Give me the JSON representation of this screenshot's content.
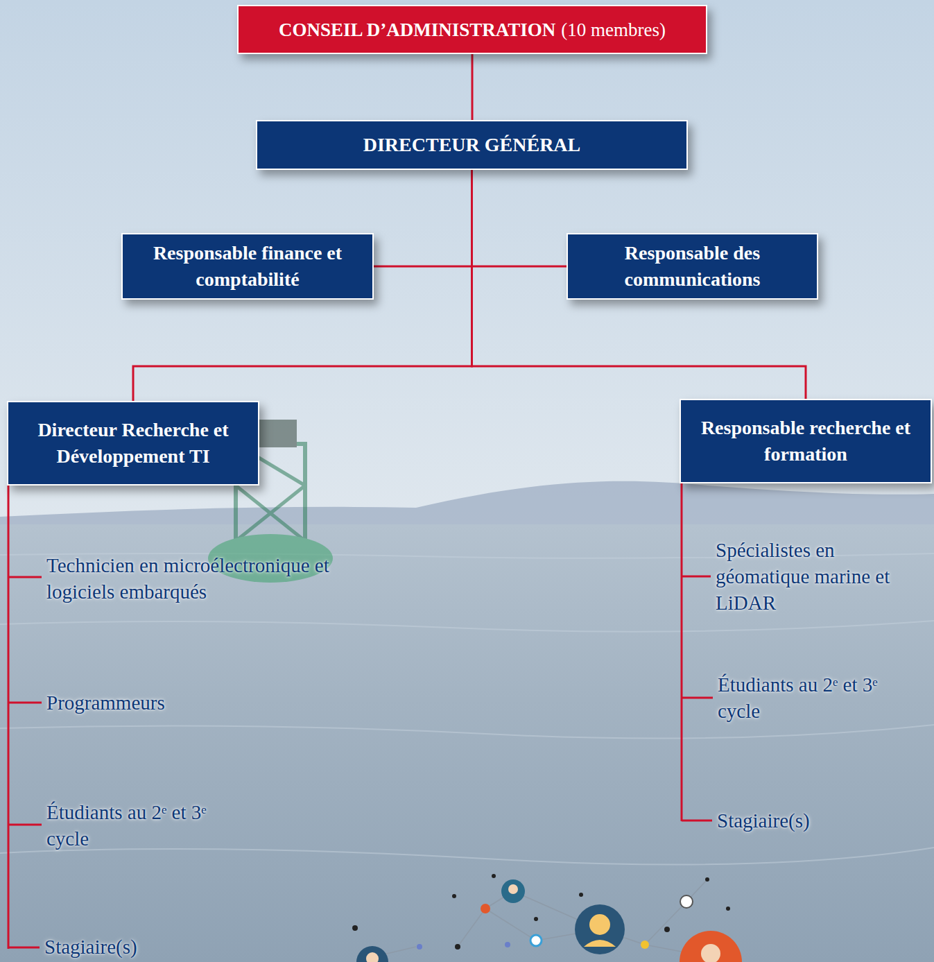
{
  "diagram": {
    "nodes": [
      {
        "text": [
          "CONSEIL D’ADMINISTRATION",
          "(10 membres)"
        ]
      },
      {
        "text": [
          "DIRECTEUR GÉNÉRAL"
        ]
      },
      {
        "text": [
          "Responsable finance et comptabilité"
        ]
      },
      {
        "text": [
          "Responsable des communications"
        ]
      },
      {
        "text": [
          "Directeur Recherche et Développement TI"
        ]
      },
      {
        "text": [
          "Responsable recherche et formation"
        ]
      }
    ],
    "edges": [
      {
        "from": 0,
        "to": 1,
        "arrow": "none"
      },
      {
        "from": 1,
        "to": 2,
        "arrow": "none"
      },
      {
        "from": 1,
        "to": 3,
        "arrow": "none"
      },
      {
        "from": 1,
        "to": 4,
        "arrow": "none"
      },
      {
        "from": 1,
        "to": 5,
        "arrow": "none"
      }
    ],
    "labels": [
      "Technicien en microélectronique et logiciels embarqués",
      "Programmeurs",
      "Étudiants au 2ᵉ et 3ᵉ cycle",
      "Stagiaire(s)",
      "Spécialistes en géomatique marine et LiDAR",
      "Étudiants au 2ᵉ et 3ᵉ cycle",
      "Stagiaire(s)"
    ]
  }
}
